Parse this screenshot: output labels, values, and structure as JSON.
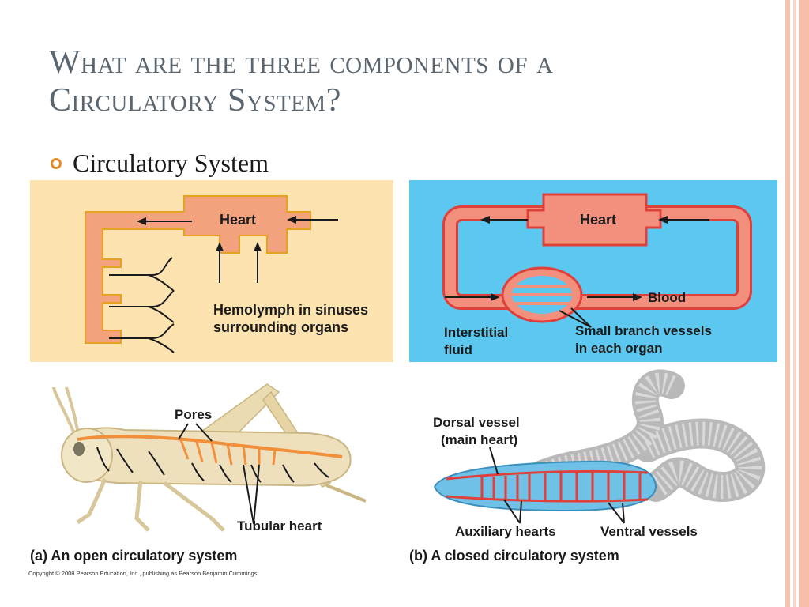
{
  "slide": {
    "title_line1": "What are the three components of a",
    "title_line2": "Circulatory System?",
    "bullet": "Circulatory System"
  },
  "figure": {
    "open_diagram": {
      "heart": "Heart",
      "label_line1": "Hemolymph in sinuses",
      "label_line2": "surrounding organs"
    },
    "closed_diagram": {
      "heart": "Heart",
      "blood": "Blood",
      "interstitial_line1": "Interstitial",
      "interstitial_line2": "fluid",
      "vessels_line1": "Small branch vessels",
      "vessels_line2": "in each organ"
    },
    "grasshopper": {
      "pores": "Pores",
      "tubular_heart": "Tubular heart"
    },
    "earthworm": {
      "dorsal_line1": "Dorsal vessel",
      "dorsal_line2": "(main heart)",
      "auxiliary": "Auxiliary hearts",
      "ventral": "Ventral vessels"
    },
    "caption_a": "(a) An open circulatory system",
    "caption_b": "(b) A closed circulatory system",
    "copyright": "Copyright © 2008 Pearson Education, Inc., publishing as Pearson Benjamin Cummings."
  },
  "colors": {
    "open_bg": "#fde3b0",
    "closed_bg": "#5cc8f0",
    "vessel": "#f0a07a",
    "vessel_closed": "#f28f7d",
    "vessel_outline": "#e8a020",
    "vessel_red": "#e0403a",
    "title": "#5a6670",
    "bullet": "#e98a2a"
  }
}
